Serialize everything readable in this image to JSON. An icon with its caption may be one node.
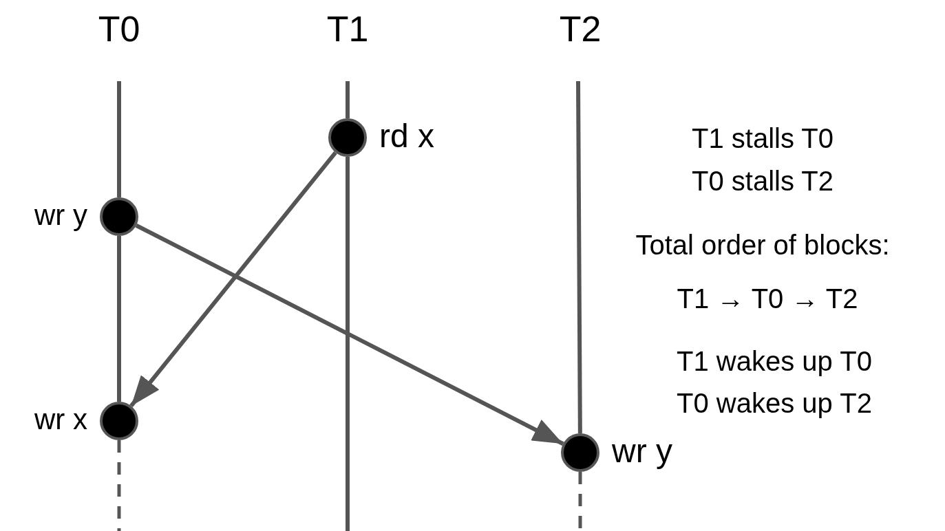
{
  "diagram": {
    "nodes": [
      {
        "text": [],
        "shape": "circle",
        "beside": [
          "rd x"
        ]
      },
      {
        "text": [],
        "shape": "circle",
        "beside": [
          "wr y"
        ]
      },
      {
        "text": [],
        "shape": "circle",
        "beside": [
          "wr x"
        ]
      },
      {
        "text": [],
        "shape": "circle",
        "beside": [
          "wr y"
        ]
      }
    ],
    "edges": [
      {
        "from": 1,
        "to": 3,
        "arrow": "to"
      },
      {
        "from": 0,
        "to": 2,
        "arrow": "to"
      },
      {
        "from": null,
        "to": 1,
        "arrow": "none"
      },
      {
        "from": 1,
        "to": 2,
        "arrow": "none"
      },
      {
        "from": 2,
        "to": null,
        "arrow": "none",
        "style": "dashed"
      },
      {
        "from": null,
        "to": 0,
        "arrow": "none"
      },
      {
        "from": 0,
        "to": null,
        "arrow": "none"
      },
      {
        "from": null,
        "to": 3,
        "arrow": "none"
      },
      {
        "from": 3,
        "to": null,
        "arrow": "none",
        "style": "dashed"
      }
    ],
    "labels": [
      "T0",
      "T1",
      "T2",
      "T1 stalls T0",
      "T0 stalls T2",
      "Total order of blocks:",
      "T1 → T0 → T2",
      "T1 wakes up T0",
      "T0 wakes up T2"
    ]
  }
}
